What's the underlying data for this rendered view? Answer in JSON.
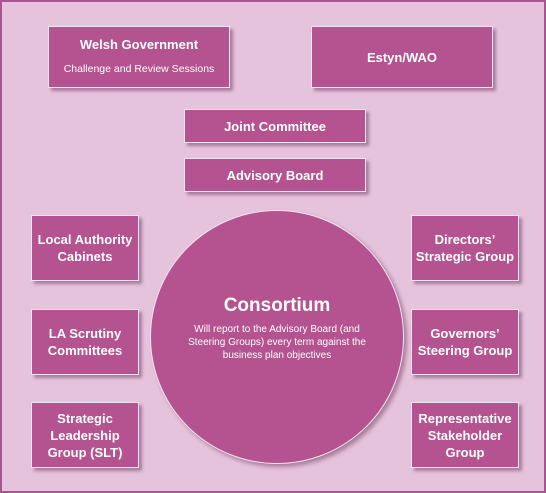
{
  "colors": {
    "background": "#e6c3dc",
    "frame": "#a8558f",
    "box_fill": "#b4538f",
    "box_border": "#f4e4ef",
    "text": "#ffffff"
  },
  "welsh_government": {
    "title": "Welsh Government",
    "subtitle": "Challenge and Review Sessions"
  },
  "estyn": {
    "title": "Estyn/WAO"
  },
  "joint_committee": {
    "title": "Joint Committee"
  },
  "advisory_board": {
    "title": "Advisory Board"
  },
  "consortium": {
    "title": "Consortium",
    "description": "Will report to the Advisory Board (and Steering Groups) every term against the business plan objectives"
  },
  "left_boxes": [
    {
      "label": "Local Authority Cabinets"
    },
    {
      "label": "LA Scrutiny Committees"
    },
    {
      "label": "Strategic Leadership Group (SLT)"
    }
  ],
  "right_boxes": [
    {
      "label": "Directors’ Strategic Group"
    },
    {
      "label": "Governors’ Steering Group"
    },
    {
      "label": "Representative Stakeholder Group"
    }
  ]
}
